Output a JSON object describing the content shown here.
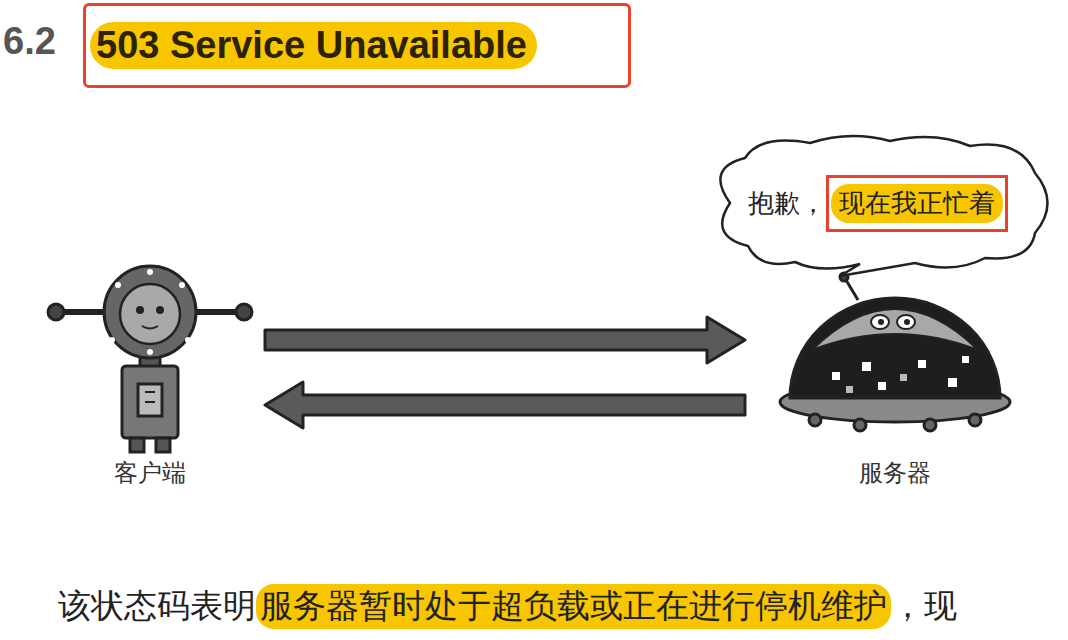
{
  "diagram": {
    "title": "503 Service Unavailable",
    "nodes": [
      {
        "text": [
          "客户端"
        ]
      },
      {
        "text": [
          "抱歉，",
          "现在我正忙着"
        ]
      },
      {
        "text": [
          "服务器"
        ]
      }
    ],
    "edges": [
      {
        "from": 0,
        "to": 2,
        "arrow": "to"
      },
      {
        "from": 2,
        "to": 0,
        "arrow": "to"
      }
    ],
    "labels": [
      "6.2",
      "该状态码表明",
      "服务器暂时处于超负载或正在进行停机维护",
      "，现"
    ]
  }
}
